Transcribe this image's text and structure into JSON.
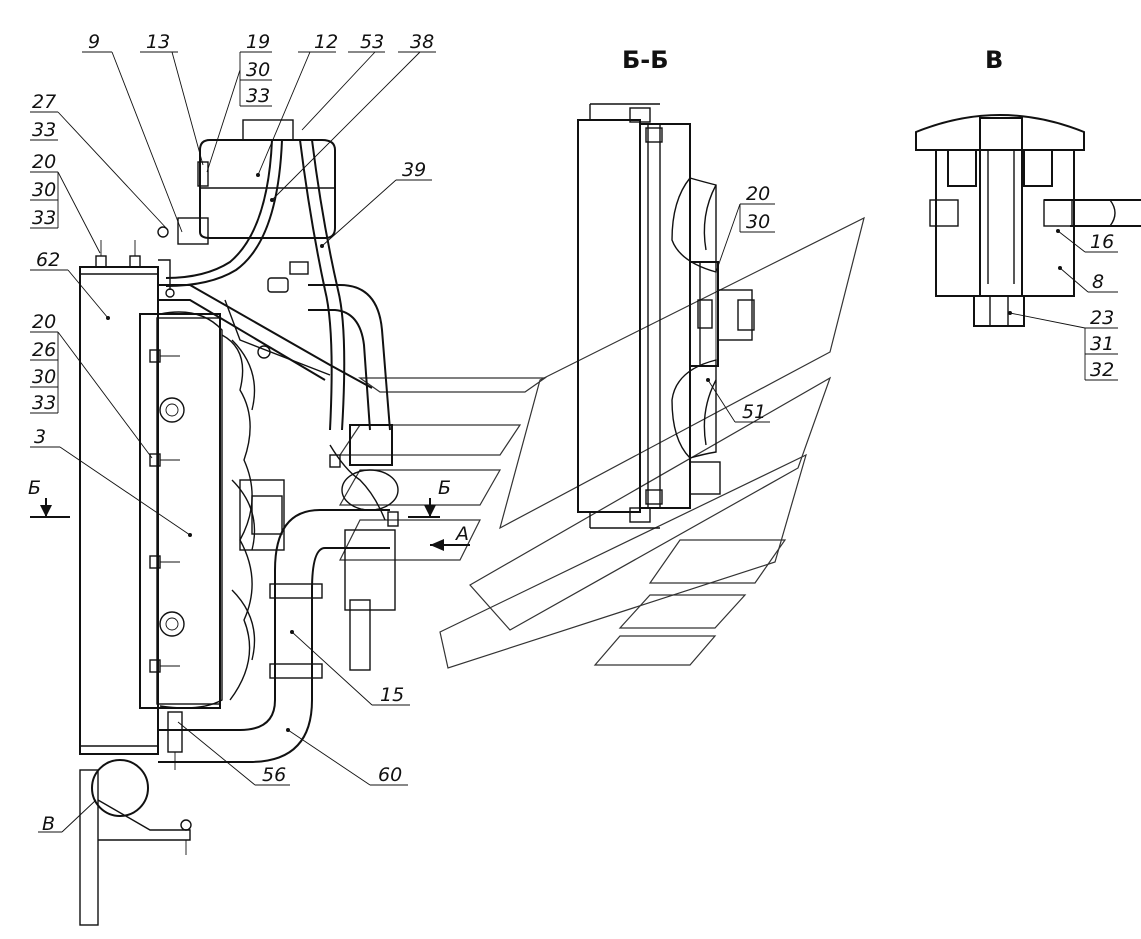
{
  "views": {
    "section_bb": "Б-Б",
    "detail_v": "В"
  },
  "section_marks": {
    "left_b": "Б",
    "mid_b": "Б",
    "arrow_a": "А",
    "detail_v": "В"
  },
  "callouts_main": {
    "c9": "9",
    "c13": "13",
    "c19": "19",
    "c19b": "30",
    "c19c": "33",
    "c12": "12",
    "c53": "53",
    "c38": "38",
    "c27": "27",
    "c27b": "33",
    "c20a": "20",
    "c20a2": "30",
    "c20a3": "33",
    "c62": "62",
    "c20b": "20",
    "c20b2": "26",
    "c20b3": "30",
    "c20b4": "33",
    "c3": "3",
    "c39": "39",
    "c15": "15",
    "c56": "56",
    "c60": "60"
  },
  "callouts_bb": {
    "c20": "20",
    "c30": "30",
    "c51": "51"
  },
  "callouts_v": {
    "c16": "16",
    "c8": "8",
    "c23": "23",
    "c31": "31",
    "c32": "32"
  },
  "colors": {
    "line": "#111111",
    "background": "#ffffff",
    "watermark": "#333333"
  }
}
